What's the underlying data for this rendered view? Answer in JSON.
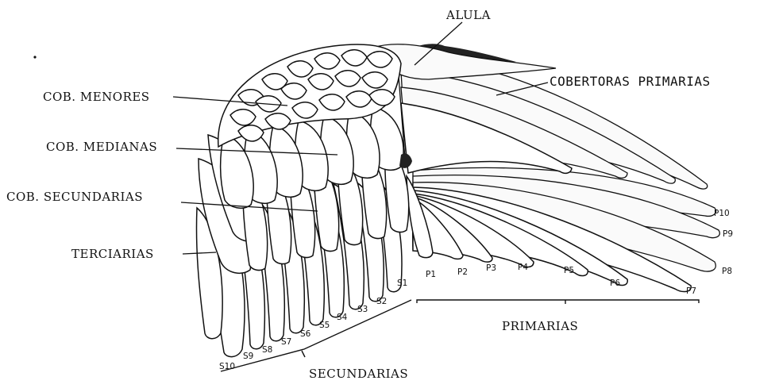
{
  "labels": {
    "alula": "ALULA",
    "cobertoras_primarias": "COBERTORAS PRIMARIAS",
    "cob_menores": "COB. MENORES",
    "cob_medianas": "COB. MEDIANAS",
    "cob_secundarias": "COB. SECUNDARIAS",
    "terciarias": "TERCIARIAS",
    "primarias": "PRIMARIAS",
    "secundarias": "SECUNDARIAS"
  },
  "primaries": [
    "P1",
    "P2",
    "P3",
    "P4",
    "P5",
    "P6",
    "P7",
    "P8",
    "P9",
    "P10"
  ],
  "secondaries": [
    "S1",
    "S2",
    "S3",
    "S4",
    "S5",
    "S6",
    "S7",
    "S8",
    "S9",
    "S10"
  ]
}
